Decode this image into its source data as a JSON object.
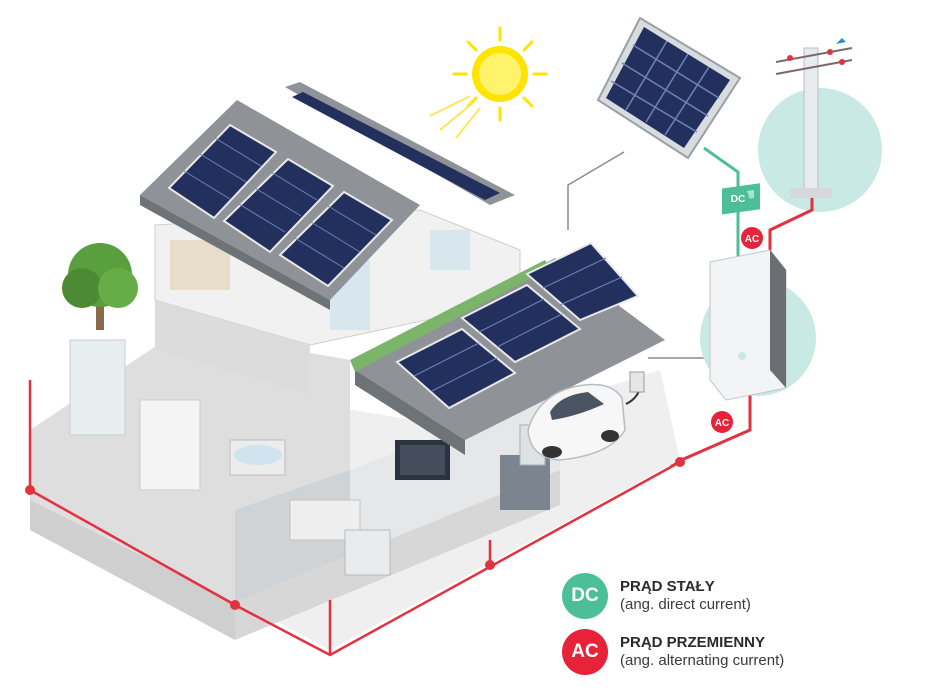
{
  "colors": {
    "dc": "#4dbf98",
    "ac": "#e62339",
    "wire": "#e2313f",
    "roof": "#8f9397",
    "panel": "#23305e",
    "panel_grid": "#6e83b8",
    "floor": "#dedede",
    "sun": "#ffe400",
    "tree": "#5a9f3e"
  },
  "cable_badges": {
    "dc": "DC",
    "ac_top": "AC",
    "ac_bottom": "AC"
  },
  "legend": [
    {
      "badge": "DC",
      "title": "PRĄD STAŁY",
      "subtitle": "(ang. direct current)",
      "color_key": "dc"
    },
    {
      "badge": "AC",
      "title": "PRĄD PRZEMIENNY",
      "subtitle": "(ang.  alternating current)",
      "color_key": "ac"
    }
  ],
  "icons": {
    "sun": "sun-icon",
    "tree": "tree-icon",
    "car": "electric-car-icon",
    "inverter": "inverter-icon",
    "pole": "power-pole-icon",
    "panel": "solar-panel-icon"
  }
}
